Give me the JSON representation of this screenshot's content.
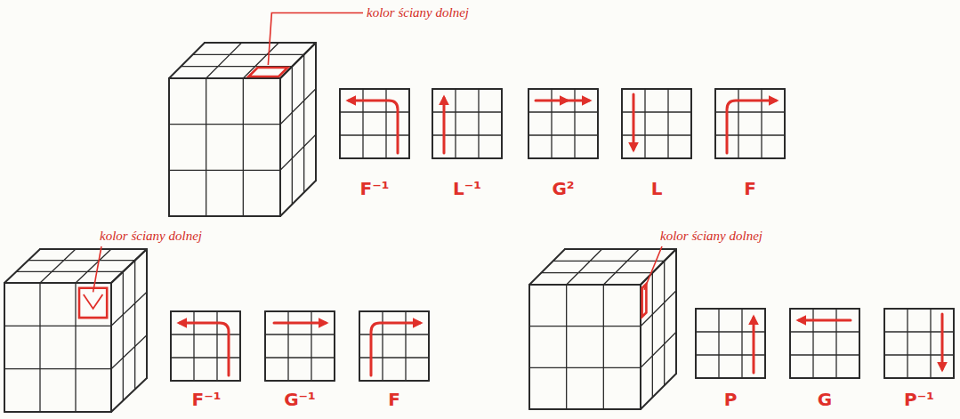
{
  "diagram": {
    "labels": [
      "kolor ściany dolnej",
      "F⁻¹",
      "L⁻¹",
      "G²",
      "L",
      "F",
      "kolor ściany dolnej",
      "F⁻¹",
      "G⁻¹",
      "F",
      "kolor ściany dolnej",
      "P",
      "G",
      "P⁻¹"
    ]
  }
}
